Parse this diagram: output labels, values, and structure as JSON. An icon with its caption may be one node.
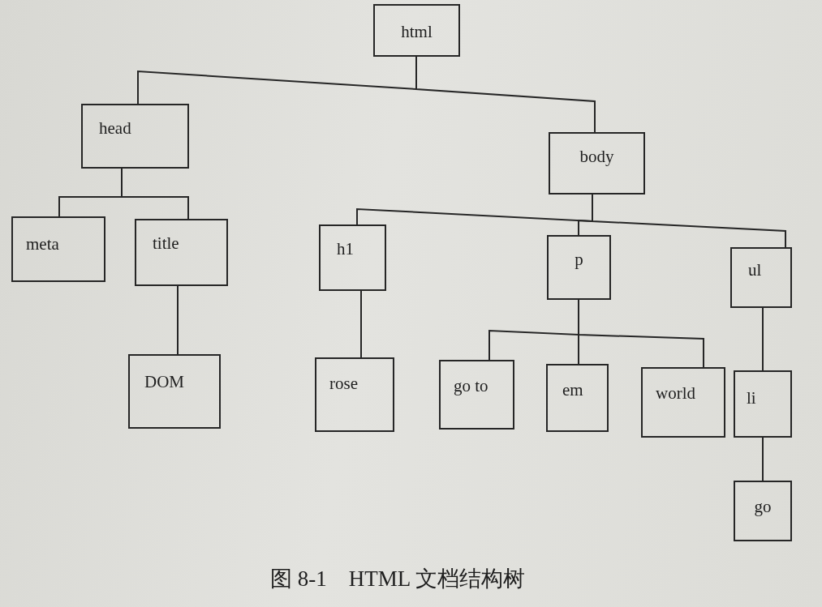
{
  "diagram": {
    "caption": "图 8-1　HTML 文档结构树",
    "nodes": [
      {
        "text": [
          "html"
        ]
      },
      {
        "text": [
          "head"
        ]
      },
      {
        "text": [
          "body"
        ]
      },
      {
        "text": [
          "meta"
        ]
      },
      {
        "text": [
          "title"
        ]
      },
      {
        "text": [
          "h1"
        ]
      },
      {
        "text": [
          "p"
        ]
      },
      {
        "text": [
          "ul"
        ]
      },
      {
        "text": [
          "DOM"
        ]
      },
      {
        "text": [
          "rose"
        ]
      },
      {
        "text": [
          "go to"
        ]
      },
      {
        "text": [
          "em"
        ]
      },
      {
        "text": [
          "world"
        ]
      },
      {
        "text": [
          "li"
        ]
      },
      {
        "text": [
          "go"
        ]
      }
    ],
    "edges": [
      {
        "from": 0,
        "to": 1,
        "arrow": "none"
      },
      {
        "from": 0,
        "to": 2,
        "arrow": "none"
      },
      {
        "from": 1,
        "to": 3,
        "arrow": "none"
      },
      {
        "from": 1,
        "to": 4,
        "arrow": "none"
      },
      {
        "from": 4,
        "to": 8,
        "arrow": "none"
      },
      {
        "from": 2,
        "to": 5,
        "arrow": "none"
      },
      {
        "from": 2,
        "to": 6,
        "arrow": "none"
      },
      {
        "from": 2,
        "to": 7,
        "arrow": "none"
      },
      {
        "from": 5,
        "to": 9,
        "arrow": "none"
      },
      {
        "from": 6,
        "to": 10,
        "arrow": "none"
      },
      {
        "from": 6,
        "to": 11,
        "arrow": "none"
      },
      {
        "from": 6,
        "to": 12,
        "arrow": "none"
      },
      {
        "from": 7,
        "to": 13,
        "arrow": "none"
      },
      {
        "from": 13,
        "to": 14,
        "arrow": "none"
      }
    ]
  }
}
